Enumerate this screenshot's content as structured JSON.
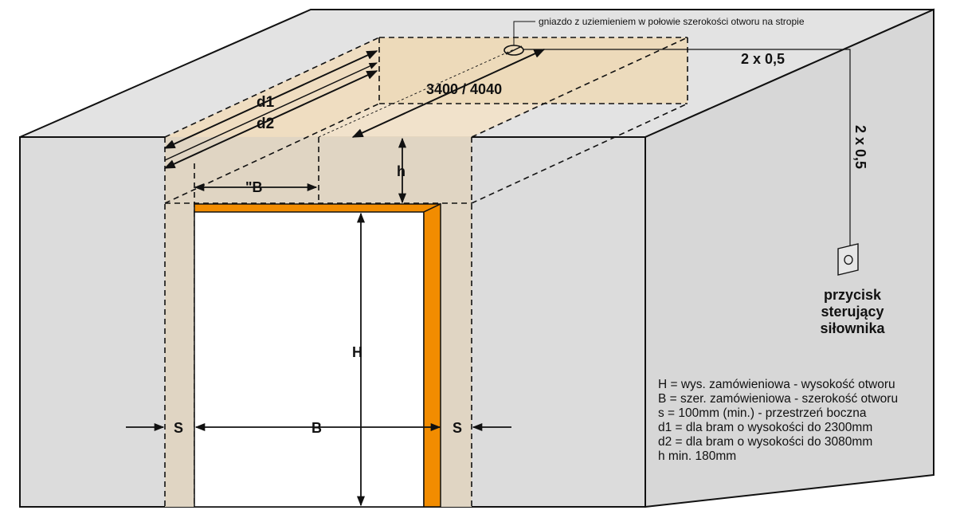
{
  "labels": {
    "socket_note": "gniazdo z uziemieniem w połowie szerokości otworu na stropie",
    "cable_top": "2 x 0,5",
    "cable_side": "2 x 0,5",
    "depth": "3400 / 4040",
    "d1": "d1",
    "d2": "d2",
    "half_b": "\"B",
    "h": "h",
    "H": "H",
    "B": "B",
    "s_left": "S",
    "s_right": "S",
    "button": [
      "przycisk",
      "sterujący",
      "siłownika"
    ]
  },
  "legend": [
    "H = wys. zamówieniowa - wysokość otworu",
    "B = szer. zamówieniowa - szerokość otworu",
    "s = 100mm (min.) - przestrzeń boczna",
    "d1 = dla bram o wysokości do 2300mm",
    "d2 = dla bram o wysokości do 3080mm",
    "h min. 180mm"
  ],
  "colors": {
    "wall": "#d9d9d9",
    "zone": "#ddd2c0",
    "ceiling_zone": "#f0e2cc",
    "frame": "#f28c00",
    "line": "#111111"
  }
}
